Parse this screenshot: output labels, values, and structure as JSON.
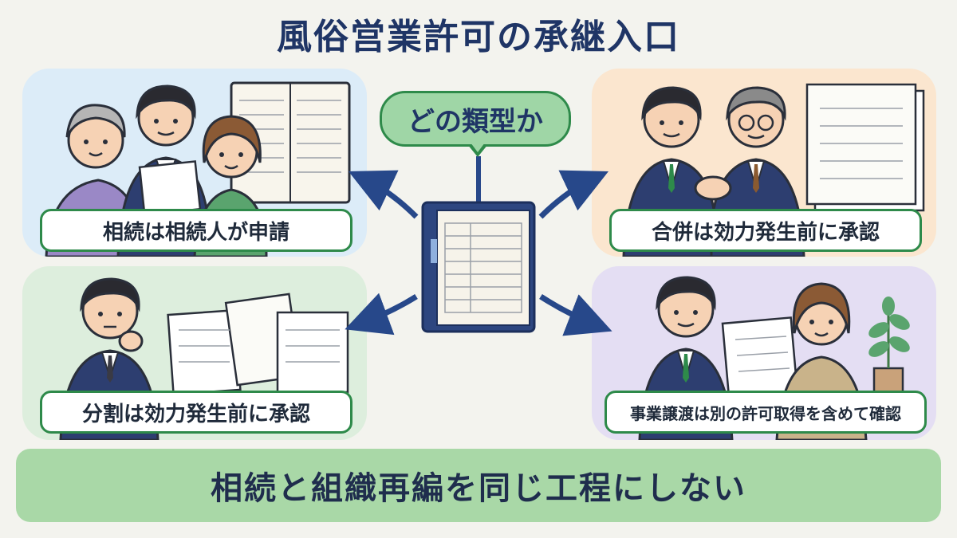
{
  "title": "風俗営業許可の承継入口",
  "center_bubble": "どの類型か",
  "cases": [
    {
      "label": "相続は相続人が申請"
    },
    {
      "label": "合併は効力発生前に承認"
    },
    {
      "label": "分割は効力発生前に承認"
    },
    {
      "label": "事業譲渡は別の許可取得を含めて確認"
    }
  ],
  "footer": "相続と組織再編を同じ工程にしない",
  "colors": {
    "title": "#1f3566",
    "accent_green": "#2e8a4a",
    "bubble_fill": "#9fd6a6",
    "footer_fill": "#a9d8a7",
    "arrow": "#27488a",
    "panel_inheritance": "#dcecf8",
    "panel_merger": "#fbe6cf",
    "panel_split": "#ddeedd",
    "panel_transfer": "#e4def3"
  }
}
